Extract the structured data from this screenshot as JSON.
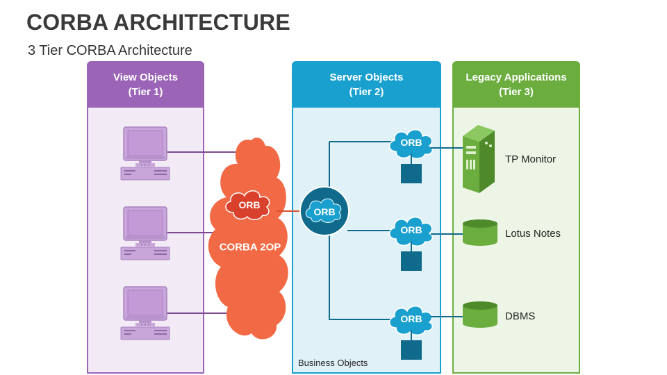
{
  "title": "CORBA ARCHITECTURE",
  "subtitle": "3 Tier CORBA Architecture",
  "tiers": {
    "view": {
      "name": "View Objects",
      "tier": "(Tier 1)"
    },
    "server": {
      "name": "Server Objects",
      "tier": "(Tier 2)"
    },
    "legacy": {
      "name": "Legacy Applications",
      "tier": "(Tier 3)"
    }
  },
  "corba_label": "CORBA 2OP",
  "orb_label": "ORB",
  "business_objects": "Business Objects",
  "legacy_items": [
    "TP Monitor",
    "Lotus Notes",
    "DBMS"
  ],
  "colors": {
    "view": "#9b64b7",
    "server": "#1aa0cf",
    "legacy": "#6bae3f",
    "corba": "#f26a45",
    "orb_dark": "#0f6a8c"
  }
}
